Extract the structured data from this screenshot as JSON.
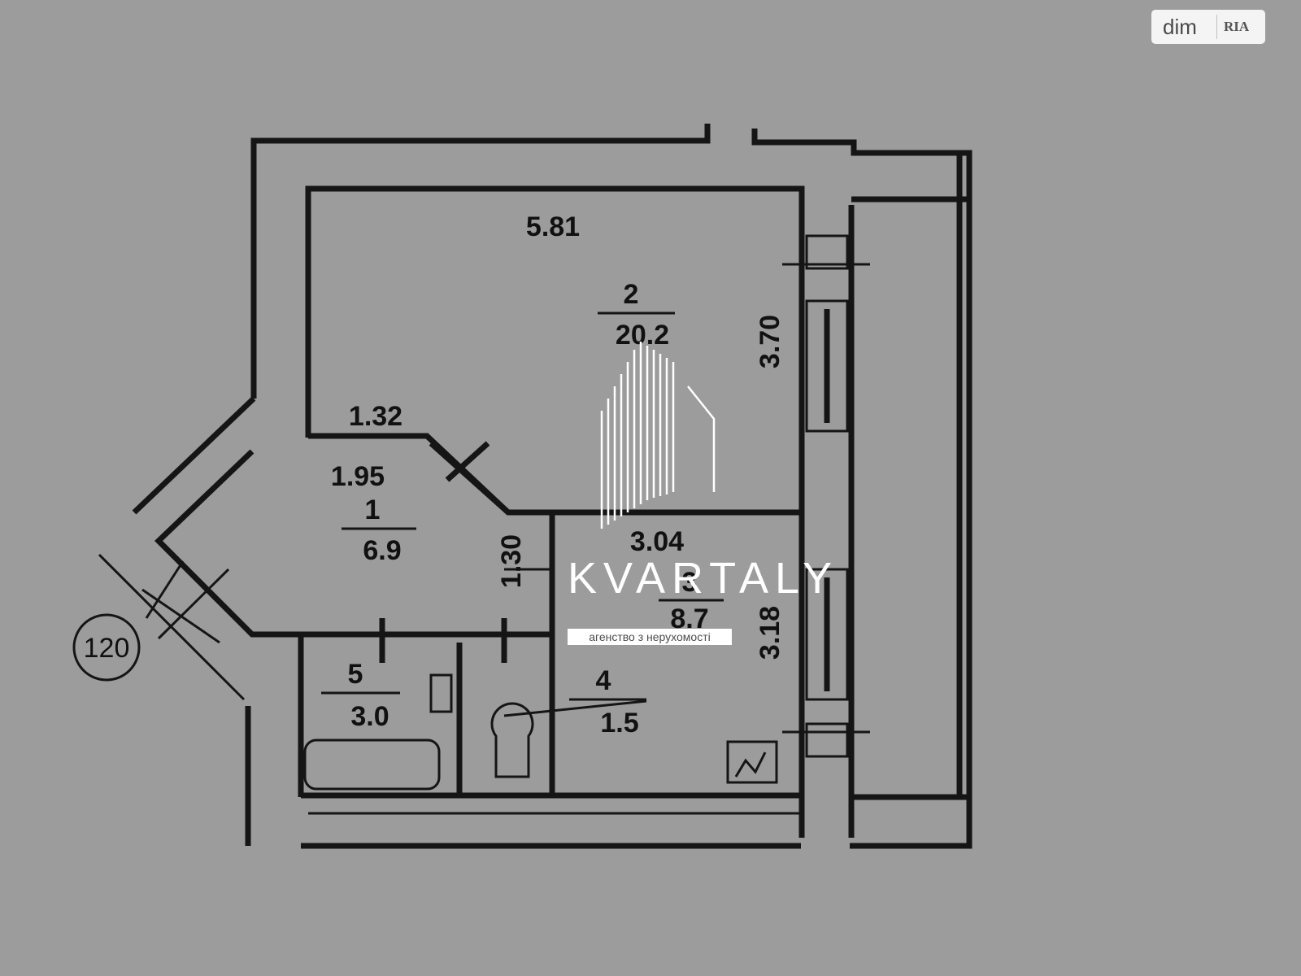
{
  "badge": {
    "left": "dim",
    "right": "RIA"
  },
  "plan": {
    "dimensions": {
      "top_width": "5.81",
      "room2_height": "3.70",
      "corridor_wall": "1.32",
      "hall_width": "1.95",
      "hall_height": "1.30",
      "kitchen_width": "3.04",
      "kitchen_height": "3.18"
    },
    "rooms": [
      {
        "number": "2",
        "area": "20.2"
      },
      {
        "number": "1",
        "area": "6.9"
      },
      {
        "number": "3",
        "area": "8.7"
      },
      {
        "number": "4",
        "area": "1.5"
      },
      {
        "number": "5",
        "area": "3.0"
      }
    ],
    "marker": "120"
  },
  "watermark": {
    "name": "KVARTALY",
    "subtitle": "агенство з нерухомості"
  }
}
